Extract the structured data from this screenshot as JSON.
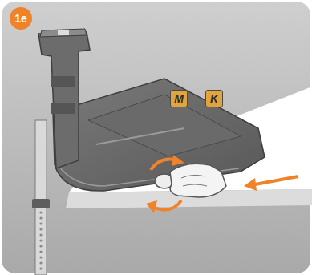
{
  "diagram": {
    "nodes": [
      {
        "text": [
          "1e"
        ]
      },
      {
        "text": [
          "M"
        ]
      },
      {
        "text": [
          "K"
        ]
      }
    ]
  }
}
